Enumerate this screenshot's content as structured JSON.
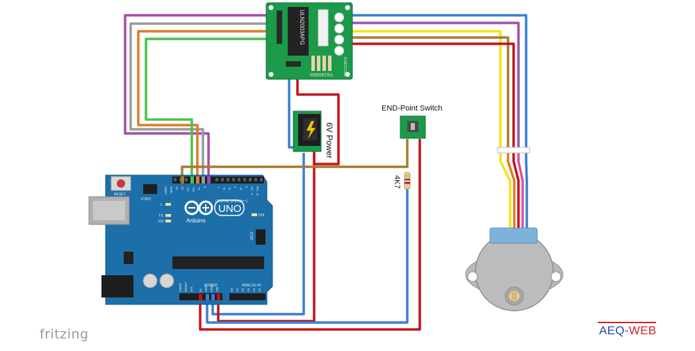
{
  "labels": {
    "driver_chip": "ULN2003APG",
    "driver_resistors": "RSRSRTRA",
    "driver_side": "A1B1C1D1",
    "power": "6V Power",
    "switch": "END-Point Switch",
    "resistor": "4K7",
    "arduino_brand": "Arduino",
    "arduino_model": "UNO",
    "arduino_digital": "DIGITAL (PWM=~)",
    "arduino_analog": "ANALOG IN",
    "arduino_power": "POWER",
    "arduino_icsp": "ICSP",
    "arduino_icsp2": "ICSP2",
    "arduino_reset": "RESET",
    "arduino_on": "ON",
    "arduino_l": "L",
    "arduino_tx": "TX",
    "arduino_rx": "RX",
    "arduino_aref": "AREF",
    "arduino_gnd": "GND",
    "pin_13": "13",
    "pin_12": "12",
    "pin_11": "~11",
    "pin_10": "~10",
    "pin_9": "~9",
    "pin_8": "8",
    "pin_7": "7",
    "pin_6": "~6",
    "pin_5": "~5",
    "pin_4": "4",
    "pin_3": "~3",
    "pin_2": "2",
    "pin_tx1": "TX→1",
    "pin_rx0": "RX←0",
    "pwr_ioref": "IOREF",
    "pwr_reset": "RESET",
    "pwr_3v3": "3V3",
    "pwr_5v": "5V",
    "pwr_gnd1": "GND",
    "pwr_gnd2": "GND",
    "pwr_vin": "VIN",
    "a0": "A0",
    "a1": "A1",
    "a2": "A2",
    "a3": "A3",
    "a4": "A4",
    "a5": "A5"
  },
  "branding": {
    "fritzing": "fritzing",
    "aeq": "AEQ-",
    "web": "WEB"
  },
  "colors": {
    "board_blue": "#1c6fa8",
    "driver_green": "#1b9a4a",
    "wire_purple": "#a64ca6",
    "wire_gray": "#9a9a9a",
    "wire_orange": "#e07b24",
    "wire_green": "#4cc24c",
    "wire_blue": "#3a7fd5",
    "wire_yellow": "#f2e21a",
    "wire_red": "#c4121a",
    "wire_brown": "#a67c2e",
    "motor_gray": "#b9b9b9",
    "motor_cap": "#7fb2d8"
  }
}
